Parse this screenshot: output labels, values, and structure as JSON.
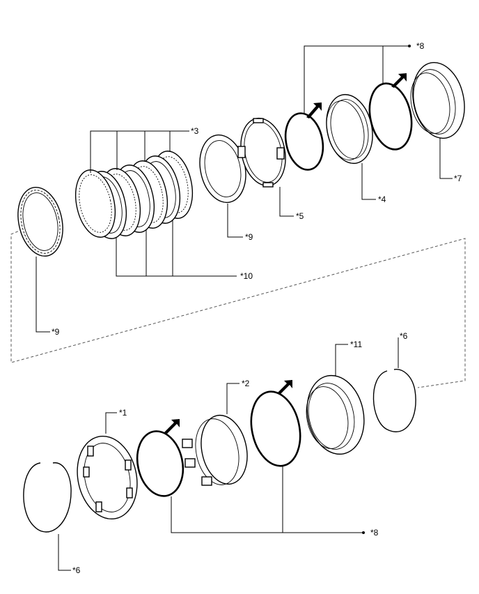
{
  "labels": {
    "l1": "*1",
    "l2": "*2",
    "l3": "*3",
    "l4": "*4",
    "l5": "*5",
    "l6a": "*6",
    "l6b": "*6",
    "l7": "*7",
    "l8a": "*8",
    "l8b": "*8",
    "l9a": "*9",
    "l9b": "*9",
    "l10": "*10",
    "l11": "*11"
  }
}
